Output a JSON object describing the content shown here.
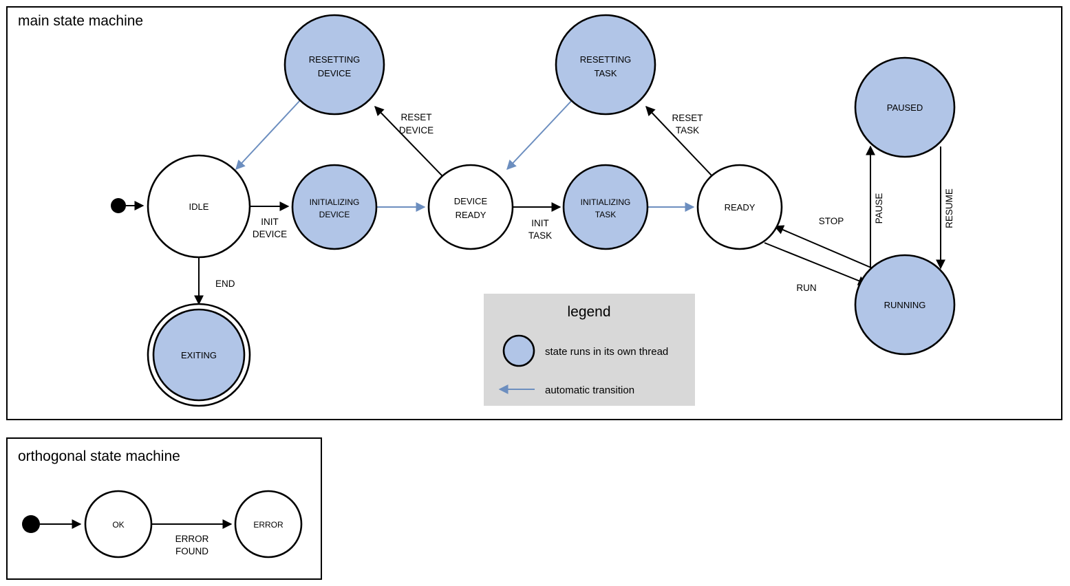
{
  "colors": {
    "thread_state_fill": "#b1c5e7",
    "plain_state_fill": "#ffffff",
    "stroke": "#000000",
    "automatic_transition": "#6c8ebf",
    "legend_background": "#d8d8d8"
  },
  "main_frame": {
    "title": "main state machine",
    "states": [
      {
        "id": "idle",
        "label_line1": "IDLE",
        "label_line2": "",
        "thread": false,
        "final": false
      },
      {
        "id": "resetting-device",
        "label_line1": "RESETTING",
        "label_line2": "DEVICE",
        "thread": true,
        "final": false
      },
      {
        "id": "initializing-device",
        "label_line1": "INITIALIZING",
        "label_line2": "DEVICE",
        "thread": true,
        "final": false
      },
      {
        "id": "device-ready",
        "label_line1": "DEVICE",
        "label_line2": "READY",
        "thread": false,
        "final": false
      },
      {
        "id": "resetting-task",
        "label_line1": "RESETTING",
        "label_line2": "TASK",
        "thread": true,
        "final": false
      },
      {
        "id": "initializing-task",
        "label_line1": "INITIALIZING",
        "label_line2": "TASK",
        "thread": true,
        "final": false
      },
      {
        "id": "ready",
        "label_line1": "READY",
        "label_line2": "",
        "thread": false,
        "final": false
      },
      {
        "id": "paused",
        "label_line1": "PAUSED",
        "label_line2": "",
        "thread": true,
        "final": false
      },
      {
        "id": "running",
        "label_line1": "RUNNING",
        "label_line2": "",
        "thread": true,
        "final": false
      },
      {
        "id": "exiting",
        "label_line1": "EXITING",
        "label_line2": "",
        "thread": true,
        "final": true
      }
    ],
    "transitions": [
      {
        "id": "start-idle",
        "from": "start",
        "to": "idle",
        "label_line1": "",
        "label_line2": "",
        "automatic": false
      },
      {
        "id": "idle-init-device",
        "from": "idle",
        "to": "initializing-device",
        "label_line1": "INIT",
        "label_line2": "DEVICE",
        "automatic": false
      },
      {
        "id": "init-device-ready",
        "from": "initializing-device",
        "to": "device-ready",
        "label_line1": "",
        "label_line2": "",
        "automatic": true
      },
      {
        "id": "idle-exiting",
        "from": "idle",
        "to": "exiting",
        "label_line1": "END",
        "label_line2": "",
        "automatic": false
      },
      {
        "id": "reset-device",
        "from": "device-ready",
        "to": "resetting-device",
        "label_line1": "RESET",
        "label_line2": "DEVICE",
        "automatic": false
      },
      {
        "id": "resetting-idle",
        "from": "resetting-device",
        "to": "idle",
        "label_line1": "",
        "label_line2": "",
        "automatic": true
      },
      {
        "id": "init-task",
        "from": "device-ready",
        "to": "initializing-task",
        "label_line1": "INIT",
        "label_line2": "TASK",
        "automatic": false
      },
      {
        "id": "init-task-ready",
        "from": "initializing-task",
        "to": "ready",
        "label_line1": "",
        "label_line2": "",
        "automatic": true
      },
      {
        "id": "reset-task",
        "from": "ready",
        "to": "resetting-task",
        "label_line1": "RESET",
        "label_line2": "TASK",
        "automatic": false
      },
      {
        "id": "resetting-dready",
        "from": "resetting-task",
        "to": "device-ready",
        "label_line1": "",
        "label_line2": "",
        "automatic": true
      },
      {
        "id": "run",
        "from": "ready",
        "to": "running",
        "label_line1": "RUN",
        "label_line2": "",
        "automatic": false
      },
      {
        "id": "stop",
        "from": "running",
        "to": "ready",
        "label_line1": "STOP",
        "label_line2": "",
        "automatic": false
      },
      {
        "id": "pause",
        "from": "running",
        "to": "paused",
        "label_line1": "PAUSE",
        "label_line2": "",
        "automatic": false
      },
      {
        "id": "resume",
        "from": "paused",
        "to": "running",
        "label_line1": "RESUME",
        "label_line2": "",
        "automatic": false
      }
    ]
  },
  "legend": {
    "title": "legend",
    "items": [
      {
        "id": "thread-swatch",
        "text": "state runs in its own thread"
      },
      {
        "id": "auto-arrow",
        "text": "automatic transition"
      }
    ]
  },
  "orthogonal_frame": {
    "title": "orthogonal state machine",
    "states": [
      {
        "id": "ok",
        "label_line1": "OK",
        "label_line2": ""
      },
      {
        "id": "error",
        "label_line1": "ERROR",
        "label_line2": ""
      }
    ],
    "transitions": [
      {
        "id": "start-ok",
        "from": "start",
        "to": "ok",
        "label_line1": "",
        "label_line2": ""
      },
      {
        "id": "ok-error",
        "from": "ok",
        "to": "error",
        "label_line1": "ERROR",
        "label_line2": "FOUND"
      }
    ]
  }
}
